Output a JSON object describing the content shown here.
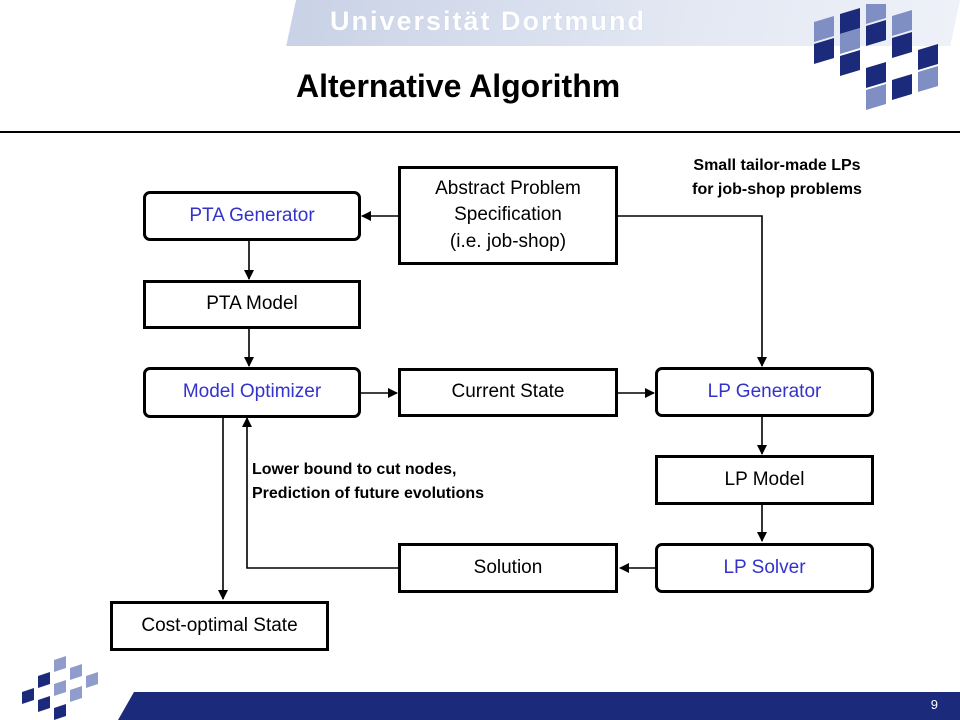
{
  "header": {
    "university": "Universität Dortmund",
    "title": "Alternative Algorithm"
  },
  "nodes": {
    "pta_generator": "PTA Generator",
    "abstract_spec": "Abstract Problem\nSpecification\n(i.e. job-shop)",
    "pta_model": "PTA Model",
    "model_optimizer": "Model Optimizer",
    "current_state": "Current State",
    "lp_generator": "LP Generator",
    "lp_model": "LP Model",
    "solution": "Solution",
    "lp_solver": "LP Solver",
    "cost_optimal": "Cost-optimal State"
  },
  "notes": {
    "small_lps": "Small tailor-made LPs\nfor job-shop problems",
    "lower_bound": "Lower bound to cut nodes,\nPrediction of future evolutions"
  },
  "footer": {
    "page_number": "9"
  },
  "colors": {
    "accent_blue": "#3333cc",
    "footer_bar": "#1b2a7a",
    "banner": "#c9d2e6"
  }
}
